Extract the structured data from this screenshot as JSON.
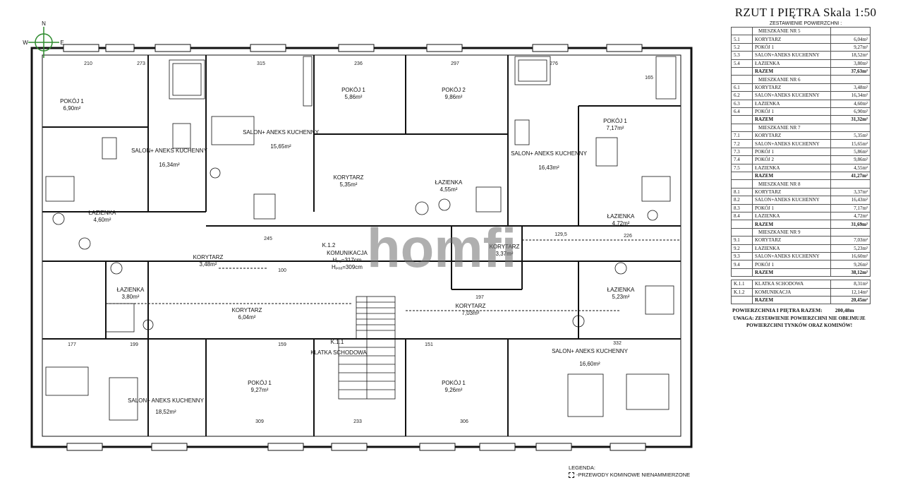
{
  "title": "RZUT I PIĘTRA  Skala 1:50",
  "compass": {
    "n": "N",
    "w": "W",
    "e": "E"
  },
  "watermark": "homfi",
  "rooms": [
    {
      "id": "r1",
      "label": "POKÓJ 1",
      "area": "6,90m²"
    },
    {
      "id": "r2",
      "label": "SALON+ ANEKS KUCHENNY",
      "area": "16,34m²"
    },
    {
      "id": "r3",
      "label": "SALON+ ANEKS KUCHENNY",
      "area": "15,65m²"
    },
    {
      "id": "r4",
      "label": "POKÓJ 1",
      "area": "5,86m²"
    },
    {
      "id": "r5",
      "label": "POKÓJ 2",
      "area": "9,86m²"
    },
    {
      "id": "r6",
      "label": "SALON+ ANEKS KUCHENNY",
      "area": "16,43m²"
    },
    {
      "id": "r7",
      "label": "POKÓJ 1",
      "area": "7,17m²"
    },
    {
      "id": "r8",
      "label": "ŁAZIENKA",
      "area": "4,60m²"
    },
    {
      "id": "r9",
      "label": "KORYTARZ",
      "area": "5,35m²"
    },
    {
      "id": "r10",
      "label": "ŁAZIENKA",
      "area": "4,55m²"
    },
    {
      "id": "r11",
      "label": "ŁAZIENKA",
      "area": "4,72m²"
    },
    {
      "id": "r12",
      "label": "KORYTARZ",
      "area": "3,48m²"
    },
    {
      "id": "r13",
      "label": "KORYTARZ",
      "area": "3,37m²"
    },
    {
      "id": "r14",
      "label": "ŁAZIENKA",
      "area": "3,80m²"
    },
    {
      "id": "r15",
      "label": "KORYTARZ",
      "area": "6,04m²"
    },
    {
      "id": "r16",
      "label": "KORYTARZ",
      "area": "7,03m²"
    },
    {
      "id": "r17",
      "label": "ŁAZIENKA",
      "area": "5,23m²"
    },
    {
      "id": "r18",
      "label": "POKÓJ 1",
      "area": "9,27m²"
    },
    {
      "id": "r19",
      "label": "POKÓJ 1",
      "area": "9,26m²"
    },
    {
      "id": "r20",
      "label": "SALON+ ANEKS KUCHENNY",
      "area": "18,52m²"
    },
    {
      "id": "r21",
      "label": "SALON+ ANEKS KUCHENNY",
      "area": "16,60m²"
    }
  ],
  "stair": {
    "label": "KLATKA SCHODOWA",
    "code": "K.1.1"
  },
  "komunikacja": {
    "code": "K.1.2",
    "label": "KOMUNIKACJA",
    "h1": "Hₚᵤ=317cm",
    "h2": "Hₚₒₐ=309cm"
  },
  "schedule": {
    "heading": "ZESTAWIENIE POWIERZCHNI :",
    "rows": [
      {
        "kind": "hd",
        "no": "",
        "name": "MIESZKANIE NR 5",
        "val": ""
      },
      {
        "kind": "r",
        "no": "5.1",
        "name": "KORYTARZ",
        "val": "6,04m²"
      },
      {
        "kind": "r",
        "no": "5.2",
        "name": "POKÓJ 1",
        "val": "9,27m²"
      },
      {
        "kind": "r",
        "no": "5.3",
        "name": "SALON+ANEKS KUCHENNY",
        "val": "18,52m²"
      },
      {
        "kind": "r",
        "no": "5.4",
        "name": "ŁAZIENKA",
        "val": "3,80m²"
      },
      {
        "kind": "tot",
        "no": "",
        "name": "RAZEM",
        "val": "37,63m²"
      },
      {
        "kind": "hd",
        "no": "",
        "name": "MIESZKANIE NR 6",
        "val": ""
      },
      {
        "kind": "r",
        "no": "6.1",
        "name": "KORYTARZ",
        "val": "3,48m²"
      },
      {
        "kind": "r",
        "no": "6.2",
        "name": "SALON+ANEKS KUCHENNY",
        "val": "16,34m²"
      },
      {
        "kind": "r",
        "no": "6.3",
        "name": "ŁAZIENKA",
        "val": "4,60m²"
      },
      {
        "kind": "r",
        "no": "6.4",
        "name": "POKÓJ 1",
        "val": "6,90m²"
      },
      {
        "kind": "tot",
        "no": "",
        "name": "RAZEM",
        "val": "31,32m²"
      },
      {
        "kind": "hd",
        "no": "",
        "name": "MIESZKANIE NR 7",
        "val": ""
      },
      {
        "kind": "r",
        "no": "7.1",
        "name": "KORYTARZ",
        "val": "5,35m²"
      },
      {
        "kind": "r",
        "no": "7.2",
        "name": "SALON+ANEKS KUCHENNY",
        "val": "15,65m²"
      },
      {
        "kind": "r",
        "no": "7.3",
        "name": "POKÓJ 1",
        "val": "5,86m²"
      },
      {
        "kind": "r",
        "no": "7.4",
        "name": "POKÓJ 2",
        "val": "9,86m²"
      },
      {
        "kind": "r",
        "no": "7.5",
        "name": "ŁAZIENKA",
        "val": "4,55m²"
      },
      {
        "kind": "tot",
        "no": "",
        "name": "RAZEM",
        "val": "41,27m²"
      },
      {
        "kind": "hd",
        "no": "",
        "name": "MIESZKANIE NR 8",
        "val": ""
      },
      {
        "kind": "r",
        "no": "8.1",
        "name": "KORYTARZ",
        "val": "3,37m²"
      },
      {
        "kind": "r",
        "no": "8.2",
        "name": "SALON+ANEKS KUCHENNY",
        "val": "16,43m²"
      },
      {
        "kind": "r",
        "no": "8.3",
        "name": "POKÓJ 1",
        "val": "7,17m²"
      },
      {
        "kind": "r",
        "no": "8.4",
        "name": "ŁAZIENKA",
        "val": "4,72m²"
      },
      {
        "kind": "tot",
        "no": "",
        "name": "RAZEM",
        "val": "31,69m²"
      },
      {
        "kind": "hd",
        "no": "",
        "name": "MIESZKANIE NR 9",
        "val": ""
      },
      {
        "kind": "r",
        "no": "9.1",
        "name": "KORYTARZ",
        "val": "7,03m²"
      },
      {
        "kind": "r",
        "no": "9.2",
        "name": "ŁAZIENKA",
        "val": "5,23m²"
      },
      {
        "kind": "r",
        "no": "9.3",
        "name": "SALON+ANEKS KUCHENNY",
        "val": "16,60m²"
      },
      {
        "kind": "r",
        "no": "9.4",
        "name": "POKÓJ 1",
        "val": "9,26m²"
      },
      {
        "kind": "tot",
        "no": "",
        "name": "RAZEM",
        "val": "38,12m²"
      },
      {
        "kind": "gap",
        "no": "",
        "name": "",
        "val": ""
      },
      {
        "kind": "r",
        "no": "K.1.1",
        "name": "KLATKA SCHODOWA",
        "val": "8,31m²"
      },
      {
        "kind": "r",
        "no": "K.1.2",
        "name": "KOMUNIKACJA",
        "val": "12,14m²"
      },
      {
        "kind": "tot",
        "no": "",
        "name": "RAZEM",
        "val": "20,45m²"
      }
    ],
    "total_label": "POWIERZCHNIA I PIĘTRA RAZEM:",
    "total_value": "200,48m",
    "note": "UWAGA: ZESTAWIENIE POWIERZCHNI NIE OBEJMUJE POWIERZCHNI TYNKÓW ORAZ KOMINÓW!"
  },
  "legend": {
    "title": "LEGENDA:",
    "item": "-PRZEWODY KOMINOWE NIENAMMIERZONE"
  },
  "dims": {
    "top": [
      "210",
      "273",
      "315",
      "236",
      "297",
      "276",
      "165"
    ],
    "mid": [
      "245",
      "129,5",
      "226",
      "197",
      "100"
    ],
    "bottom": [
      "177",
      "199",
      "159",
      "151",
      "332",
      "309",
      "233",
      "306"
    ]
  }
}
